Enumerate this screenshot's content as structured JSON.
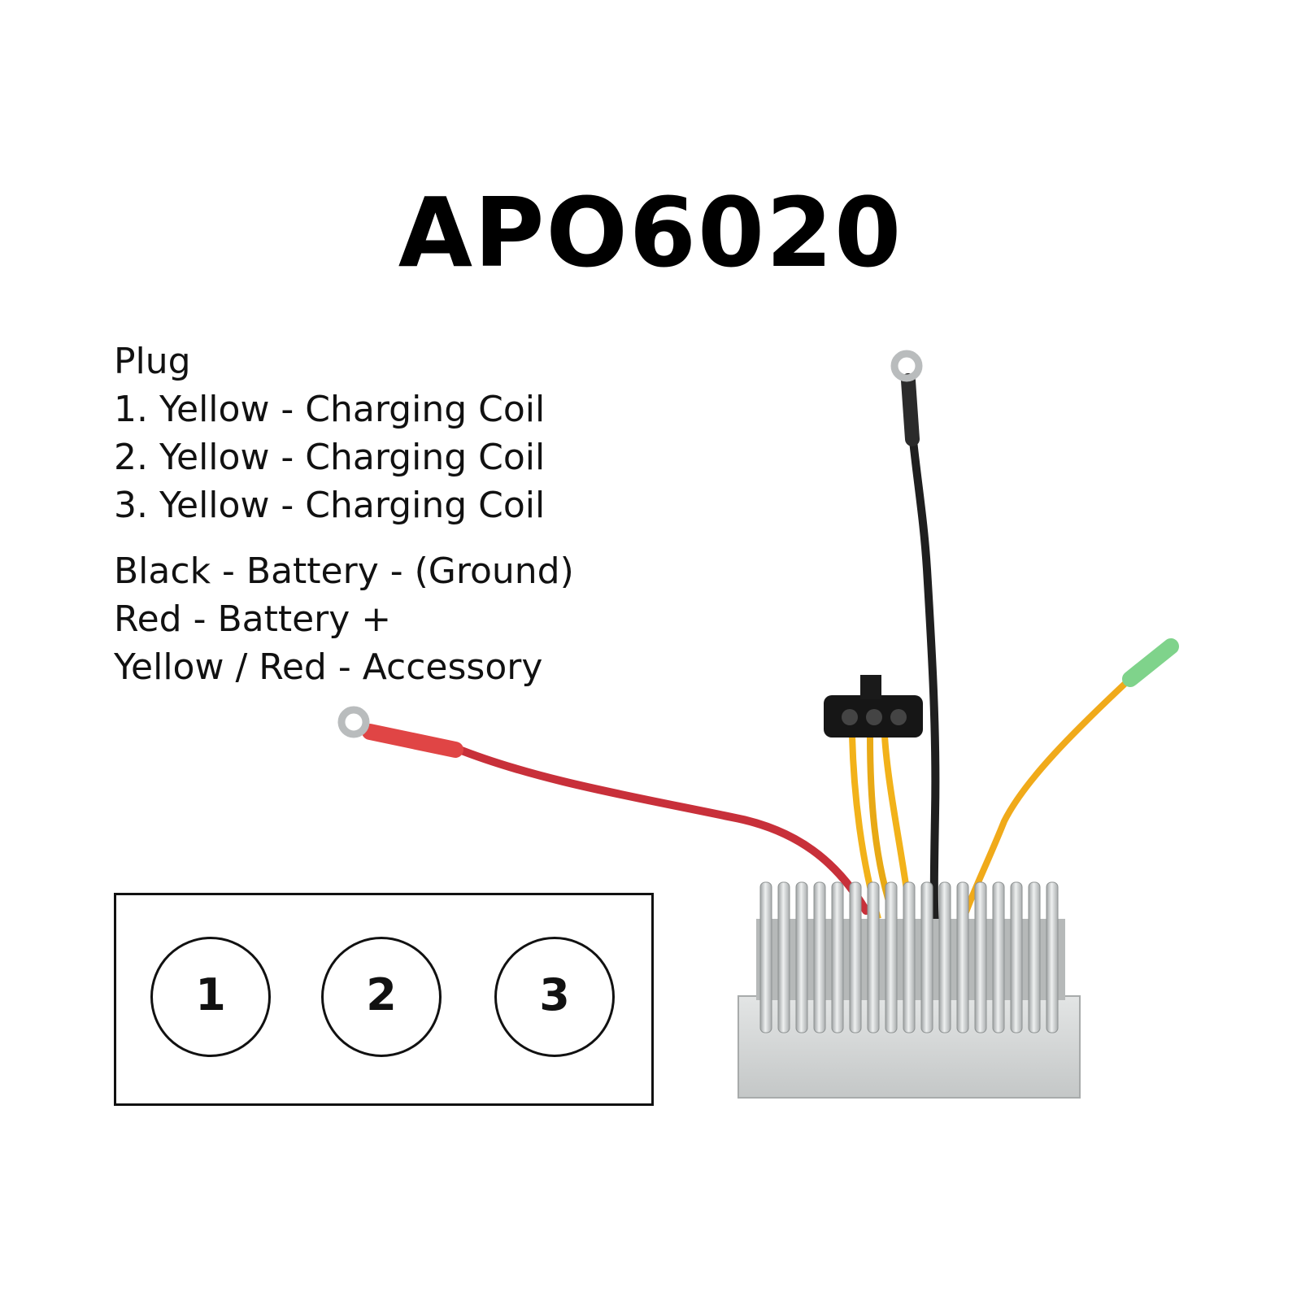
{
  "title": "APO6020",
  "legend": {
    "plug_heading": "Plug",
    "plug_wires": [
      "1. Yellow - Charging Coil",
      "2. Yellow - Charging Coil",
      "3. Yellow - Charging Coil"
    ],
    "other_wires": [
      "Black - Battery - (Ground)",
      "Red - Battery +",
      "Yellow / Red - Accessory"
    ]
  },
  "plug_diagram": {
    "pins": [
      "1",
      "2",
      "3"
    ]
  },
  "colors": {
    "red_wire": "#d2333d",
    "black_wire": "#1f1f1f",
    "yellow_wire": "#f2b21a",
    "accessory_sleeve": "#7fd38b",
    "heatsink": "#d4d6d6"
  }
}
